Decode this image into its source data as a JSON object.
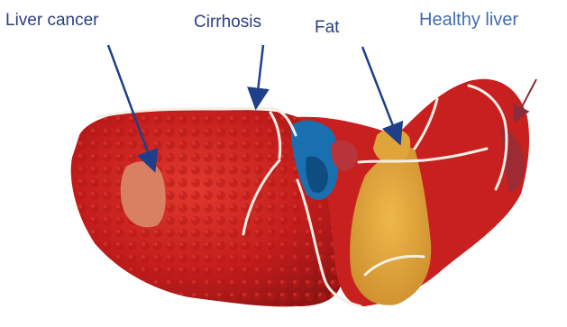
{
  "labels": {
    "liver_cancer": "Liver cancer",
    "cirrhosis": "Cirrhosis",
    "fat": "Fat",
    "healthy_liver": "Healthy liver"
  },
  "colors": {
    "label_text": "#2b3f80",
    "healthy_label_text": "#3f6db0",
    "arrow_blue": "#1f3f8a",
    "arrow_maroon": "#8b2c3c",
    "liver_red": "#c8201f",
    "fatty_region": "#e0a53a",
    "cancer_patch": "#d98a6a",
    "vessel_blue": "#1a6fae",
    "vein_line": "#f3efe6"
  }
}
